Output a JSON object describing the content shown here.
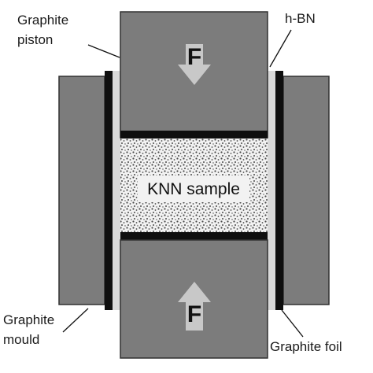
{
  "labels": {
    "graphite_piston_1": "Graphite",
    "graphite_piston_2": "piston",
    "hbn": "h-BN",
    "graphite_mould_1": "Graphite",
    "graphite_mould_2": "mould",
    "graphite_foil": "Graphite foil",
    "sample": "KNN sample",
    "force_top": "F",
    "force_bottom": "F"
  },
  "colors": {
    "graphite": "#7c7c7c",
    "outline": "#303030",
    "foil": "#0f0f0f",
    "hbn": "#d9d9d9",
    "sample_bg": "#f2f2f2",
    "speckle": "#4a4a4a",
    "arrow": "#c8c8c8"
  }
}
